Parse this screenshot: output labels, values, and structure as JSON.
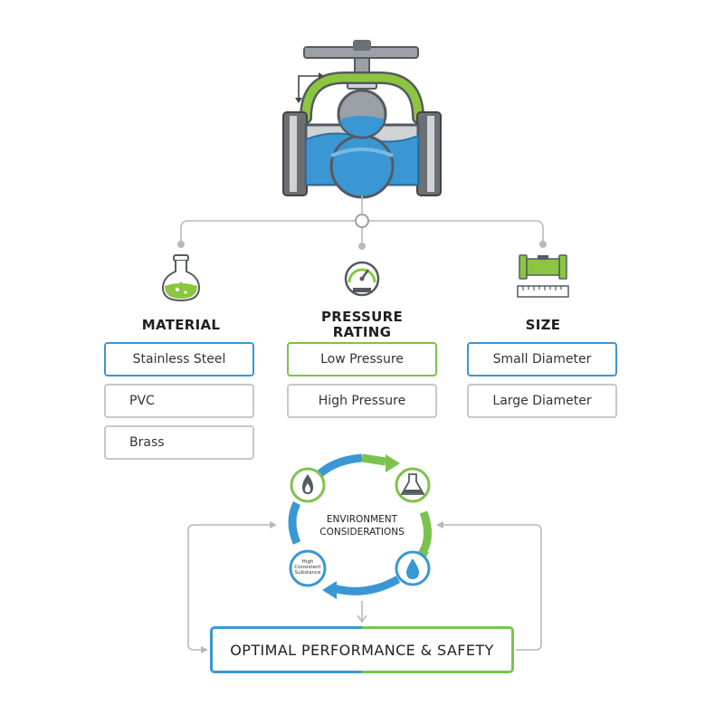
{
  "categories": [
    {
      "heading": "MATERIAL",
      "icon": "flask-icon",
      "options": [
        {
          "label": "Stainless Steel",
          "highlight": "#3a97d4"
        },
        {
          "label": "PVC",
          "highlight": null
        },
        {
          "label": "Brass",
          "highlight": null
        }
      ]
    },
    {
      "heading_line1": "PRESSURE",
      "heading_line2": "RATING",
      "icon": "pressure-gauge-icon",
      "options": [
        {
          "label": "Low Pressure",
          "highlight": "#7cc24f"
        },
        {
          "label": "High Pressure",
          "highlight": null
        }
      ]
    },
    {
      "heading": "SIZE",
      "icon": "pipe-ruler-icon",
      "options": [
        {
          "label": "Small Diameter",
          "highlight": "#3a97d4"
        },
        {
          "label": "Large Diameter",
          "highlight": null
        }
      ]
    }
  ],
  "cycle": {
    "label_line1": "ENVIRONMENT",
    "label_line2": "CONSIDERATIONS",
    "icons": [
      "flame-icon",
      "chemical-flask-icon",
      "water-drop-icon",
      "label-badge"
    ],
    "badge_line1": "High",
    "badge_line2": "Consistent",
    "badge_line3": "Substance"
  },
  "result": {
    "label": "OPTIMAL PERFORMANCE & SAFETY"
  },
  "colors": {
    "blue": "#3a97d4",
    "green": "#7cc24f",
    "gray": "#b9b9b9",
    "dark": "#555a60"
  }
}
